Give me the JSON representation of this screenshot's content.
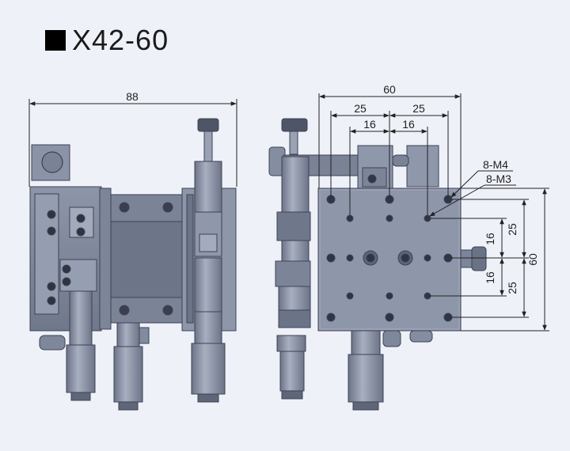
{
  "title": "X42-60",
  "dimensions": {
    "overall_width_left": "88",
    "top_width": "60",
    "top_25_left": "25",
    "top_25_right": "25",
    "top_16_left": "16",
    "top_16_right": "16",
    "right_25_top": "25",
    "right_16_top": "16",
    "right_16_bottom": "16",
    "right_25_bottom": "25",
    "right_height": "60",
    "callout_m4": "8-M4",
    "callout_m3": "8-M3"
  },
  "colors": {
    "background": "#eef1f8",
    "steel": "#8a93a7",
    "steel_dark": "#4a5163",
    "dimension_line": "#222222"
  }
}
